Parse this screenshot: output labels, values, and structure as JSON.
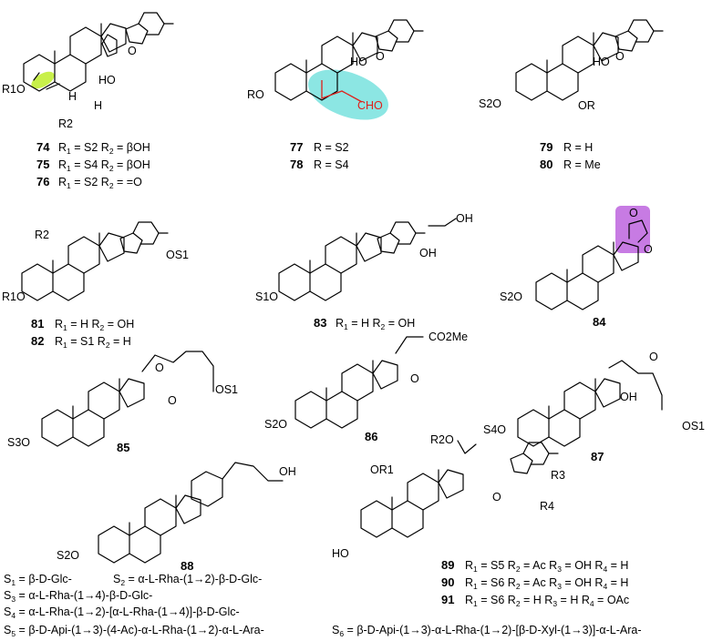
{
  "compounds": {
    "c74": {
      "num": "74",
      "r1": "S2",
      "r2": "βOH"
    },
    "c75": {
      "num": "75",
      "r1": "S4",
      "r2": "βOH"
    },
    "c76": {
      "num": "76",
      "r1": "S2",
      "r2": "=O"
    },
    "c77": {
      "num": "77",
      "r": "S2"
    },
    "c78": {
      "num": "78",
      "r": "S4"
    },
    "c79": {
      "num": "79",
      "r": "H"
    },
    "c80": {
      "num": "80",
      "r": "Me"
    },
    "c81": {
      "num": "81",
      "r1": "H",
      "r2": "OH"
    },
    "c82": {
      "num": "82",
      "r1": "S1",
      "r2": "H"
    },
    "c83": {
      "num": "83",
      "r1": "H",
      "r2": "OH"
    },
    "c84": {
      "num": "84"
    },
    "c85": {
      "num": "85"
    },
    "c86": {
      "num": "86"
    },
    "c87": {
      "num": "87"
    },
    "c88": {
      "num": "88"
    },
    "c89": {
      "num": "89",
      "r1": "S5",
      "r2": "Ac",
      "r3": "OH",
      "r4": "H"
    },
    "c90": {
      "num": "90",
      "r1": "S6",
      "r2": "Ac",
      "r3": "OH",
      "r4": "H"
    },
    "c91": {
      "num": "91",
      "r1": "S6",
      "r2": "H",
      "r3": "H",
      "r4": "OAc"
    }
  },
  "sugars": {
    "s1": "β-D-Glc-",
    "s2": "α-L-Rha-(1→2)-β-D-Glc-",
    "s3": "α-L-Rha-(1→4)-β-D-Glc-",
    "s4": "α-L-Rha-(1→2)-[α-L-Rha-(1→4)]-β-D-Glc-",
    "s5": "β-D-Api-(1→3)-(4-Ac)-α-L-Rha-(1→2)-α-L-Ara-",
    "s6": "β-D-Api-(1→3)-α-L-Rha-(1→2)-[β-D-Xyl-(1→3)]-α-L-Ara-"
  },
  "labels": {
    "cho": "CHO",
    "co2me": "CO2Me",
    "oh": "OH",
    "ho": "HO",
    "h": "H",
    "o": "O",
    "ro": "RO",
    "or": "OR",
    "r1o": "R1O",
    "r2": "R2",
    "s1o": "S1O",
    "s2o": "S2O",
    "s3o": "S3O",
    "s4o": "S4O",
    "os1": "OS1",
    "or1": "OR1",
    "r2o": "R2O",
    "r3": "R3",
    "r4": "R4"
  },
  "colors": {
    "highlight_green": "#c8f04a",
    "highlight_cyan": "#7fe3e0",
    "highlight_purple": "#c77be3",
    "red_text": "#e0201b"
  }
}
